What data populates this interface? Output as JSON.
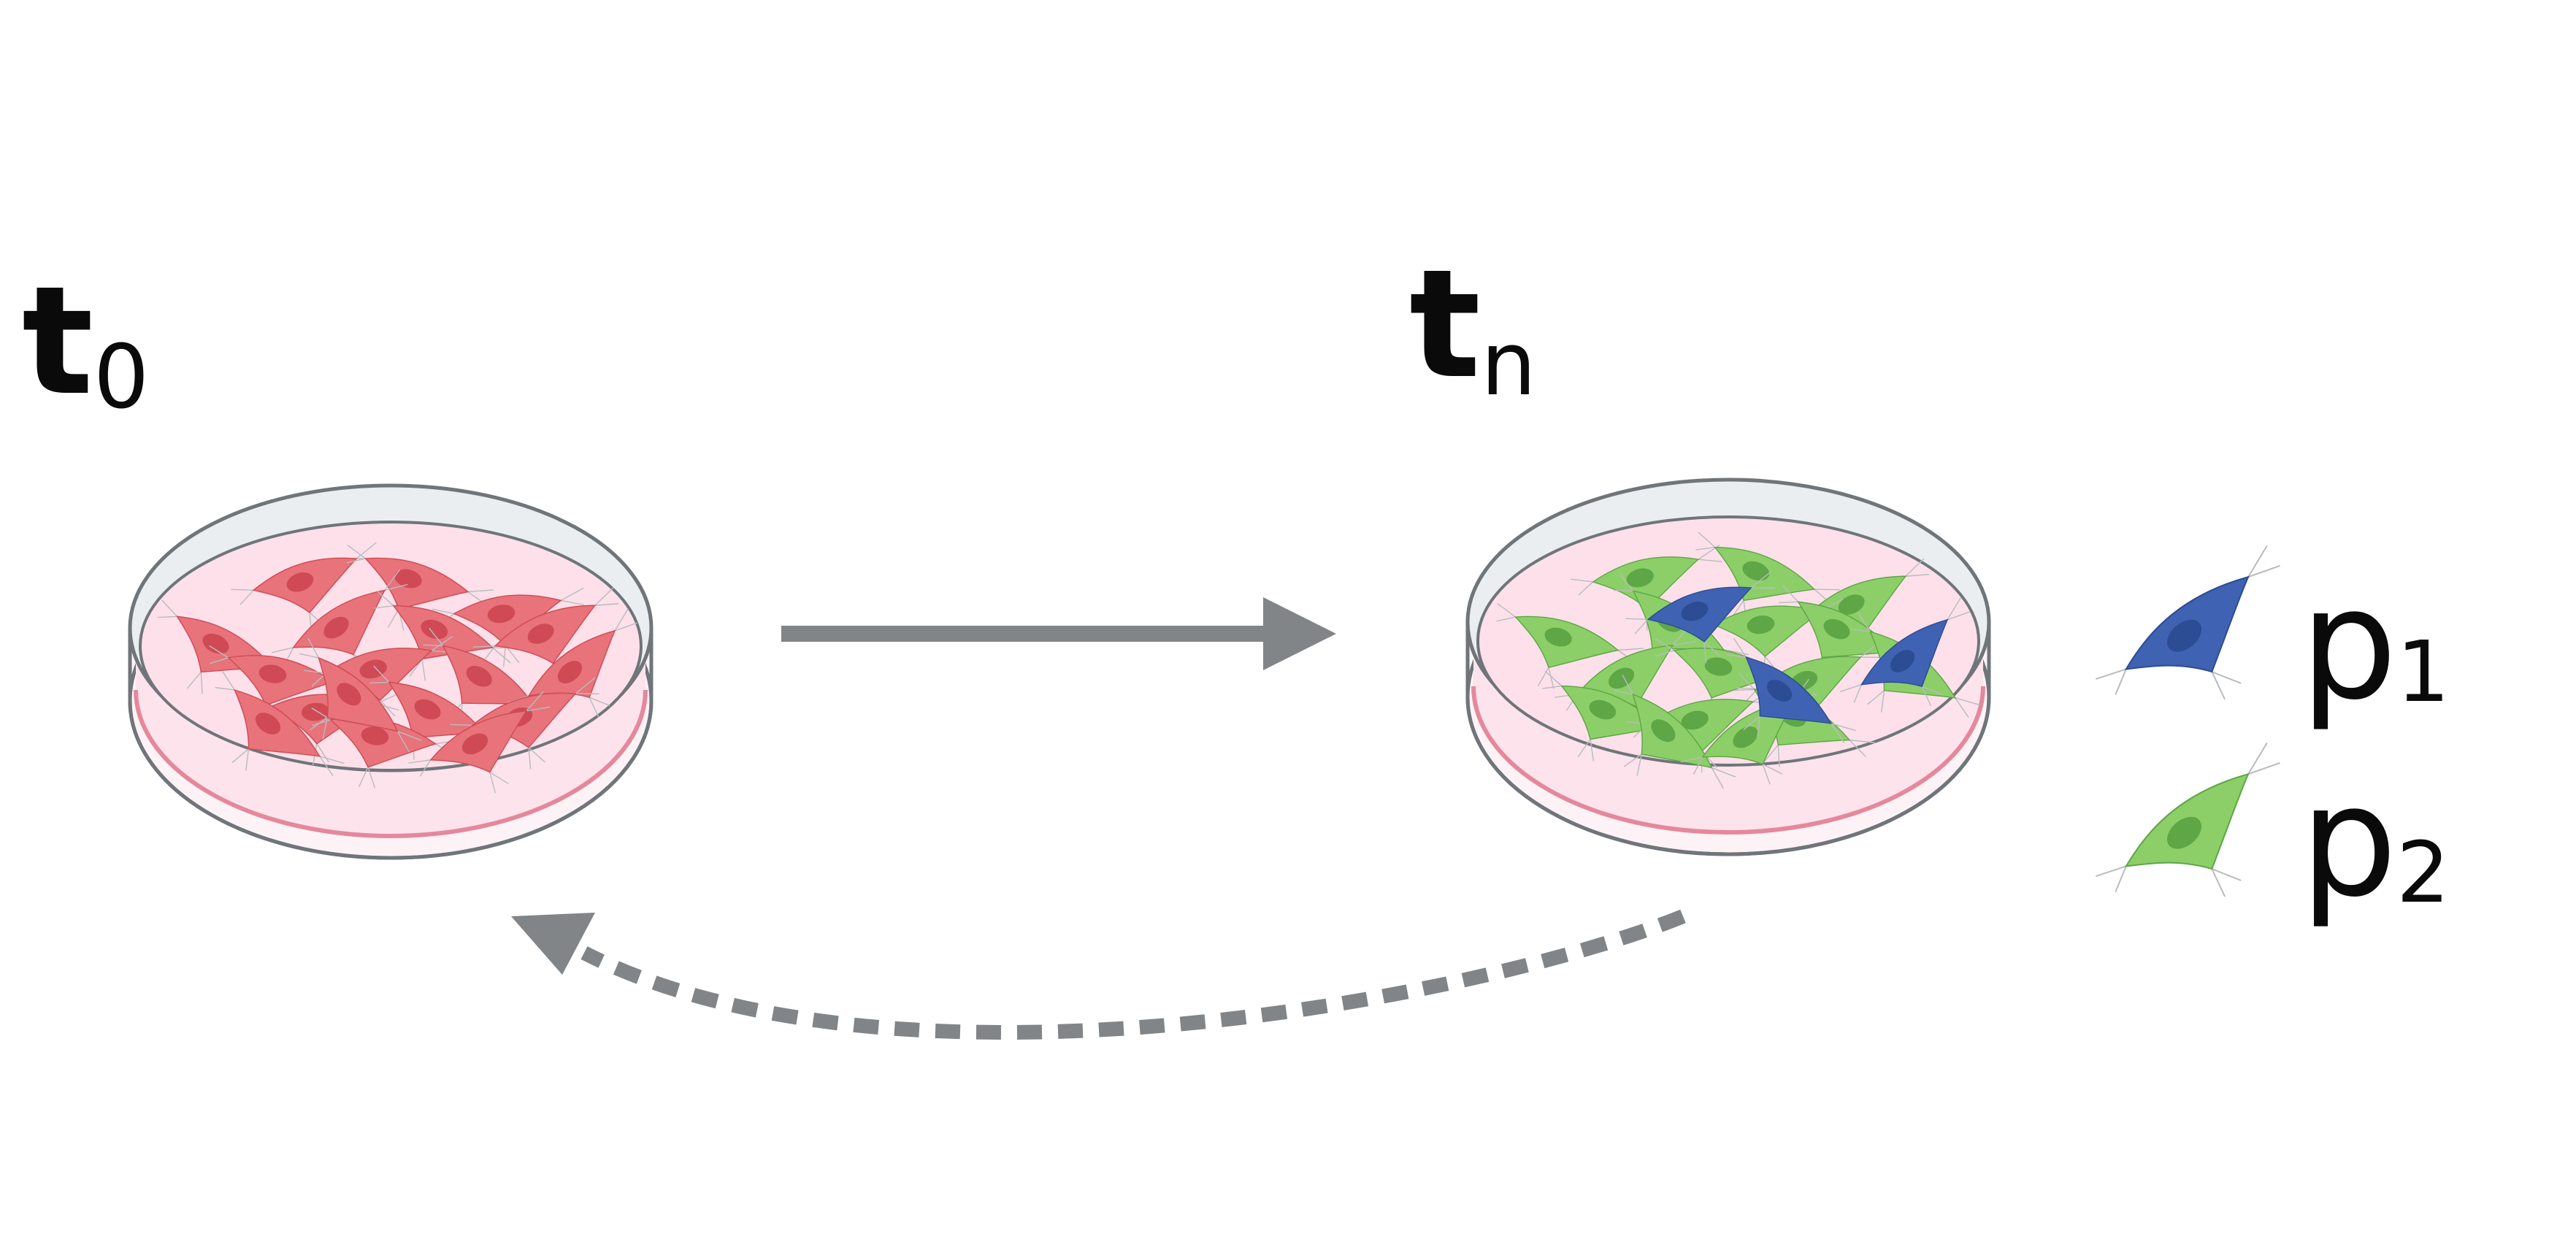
{
  "labels": {
    "t0": {
      "base": "t",
      "sub": "0"
    },
    "tn": {
      "base": "t",
      "sub": "n"
    }
  },
  "legend": [
    {
      "base": "p",
      "sub": "1",
      "color": "#3f63b2",
      "icon": "blue-cell-icon"
    },
    {
      "base": "p",
      "sub": "2",
      "color": "#8ccf68",
      "icon": "green-cell-icon"
    }
  ],
  "colors": {
    "red_cell": "#e8737a",
    "red_nucleus": "#cf4a55",
    "green_cell": "#8ccf68",
    "green_nucleus": "#5ea646",
    "blue_cell": "#3f63b2",
    "blue_nucleus": "#2c4c93",
    "medium": "#fbe0e8",
    "dish_wall": "#6f7579",
    "arrow": "#818588"
  }
}
